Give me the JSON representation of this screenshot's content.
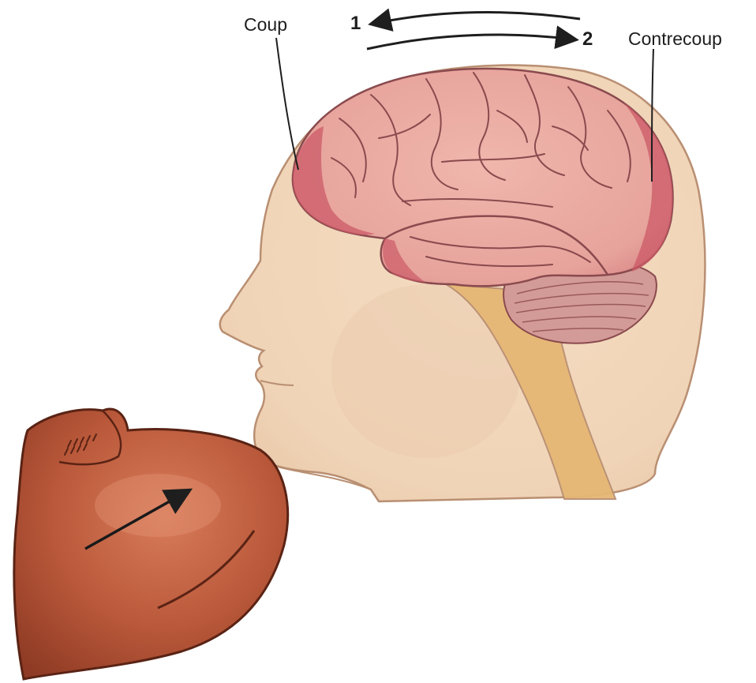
{
  "labels": {
    "coup": "Coup",
    "contrecoup": "Contrecoup",
    "motion_first": "1",
    "motion_second": "2"
  },
  "colors": {
    "background": "#ffffff",
    "skin": "#f0d4b7",
    "skin_outline": "#b98f72",
    "brain": "#e6a39b",
    "brain_bruise": "#cc5a67",
    "brain_fold_lines": "#8a4a4e",
    "cerebellum": "#d39b97",
    "brainstem": "#e6b774",
    "glove": "#a64a2e",
    "glove_highlight": "#d87c5b",
    "glove_outline": "#5a2314",
    "label_text": "#1e1e1e",
    "arrows": "#1e1e1e"
  },
  "icons": {
    "head": "head-profile-illustration",
    "brain": "brain-illustration",
    "glove": "boxing-glove-illustration",
    "punch_direction": "arrow-right-up-icon",
    "motion_back": "arrow-left-icon",
    "motion_forward": "arrow-right-icon"
  }
}
